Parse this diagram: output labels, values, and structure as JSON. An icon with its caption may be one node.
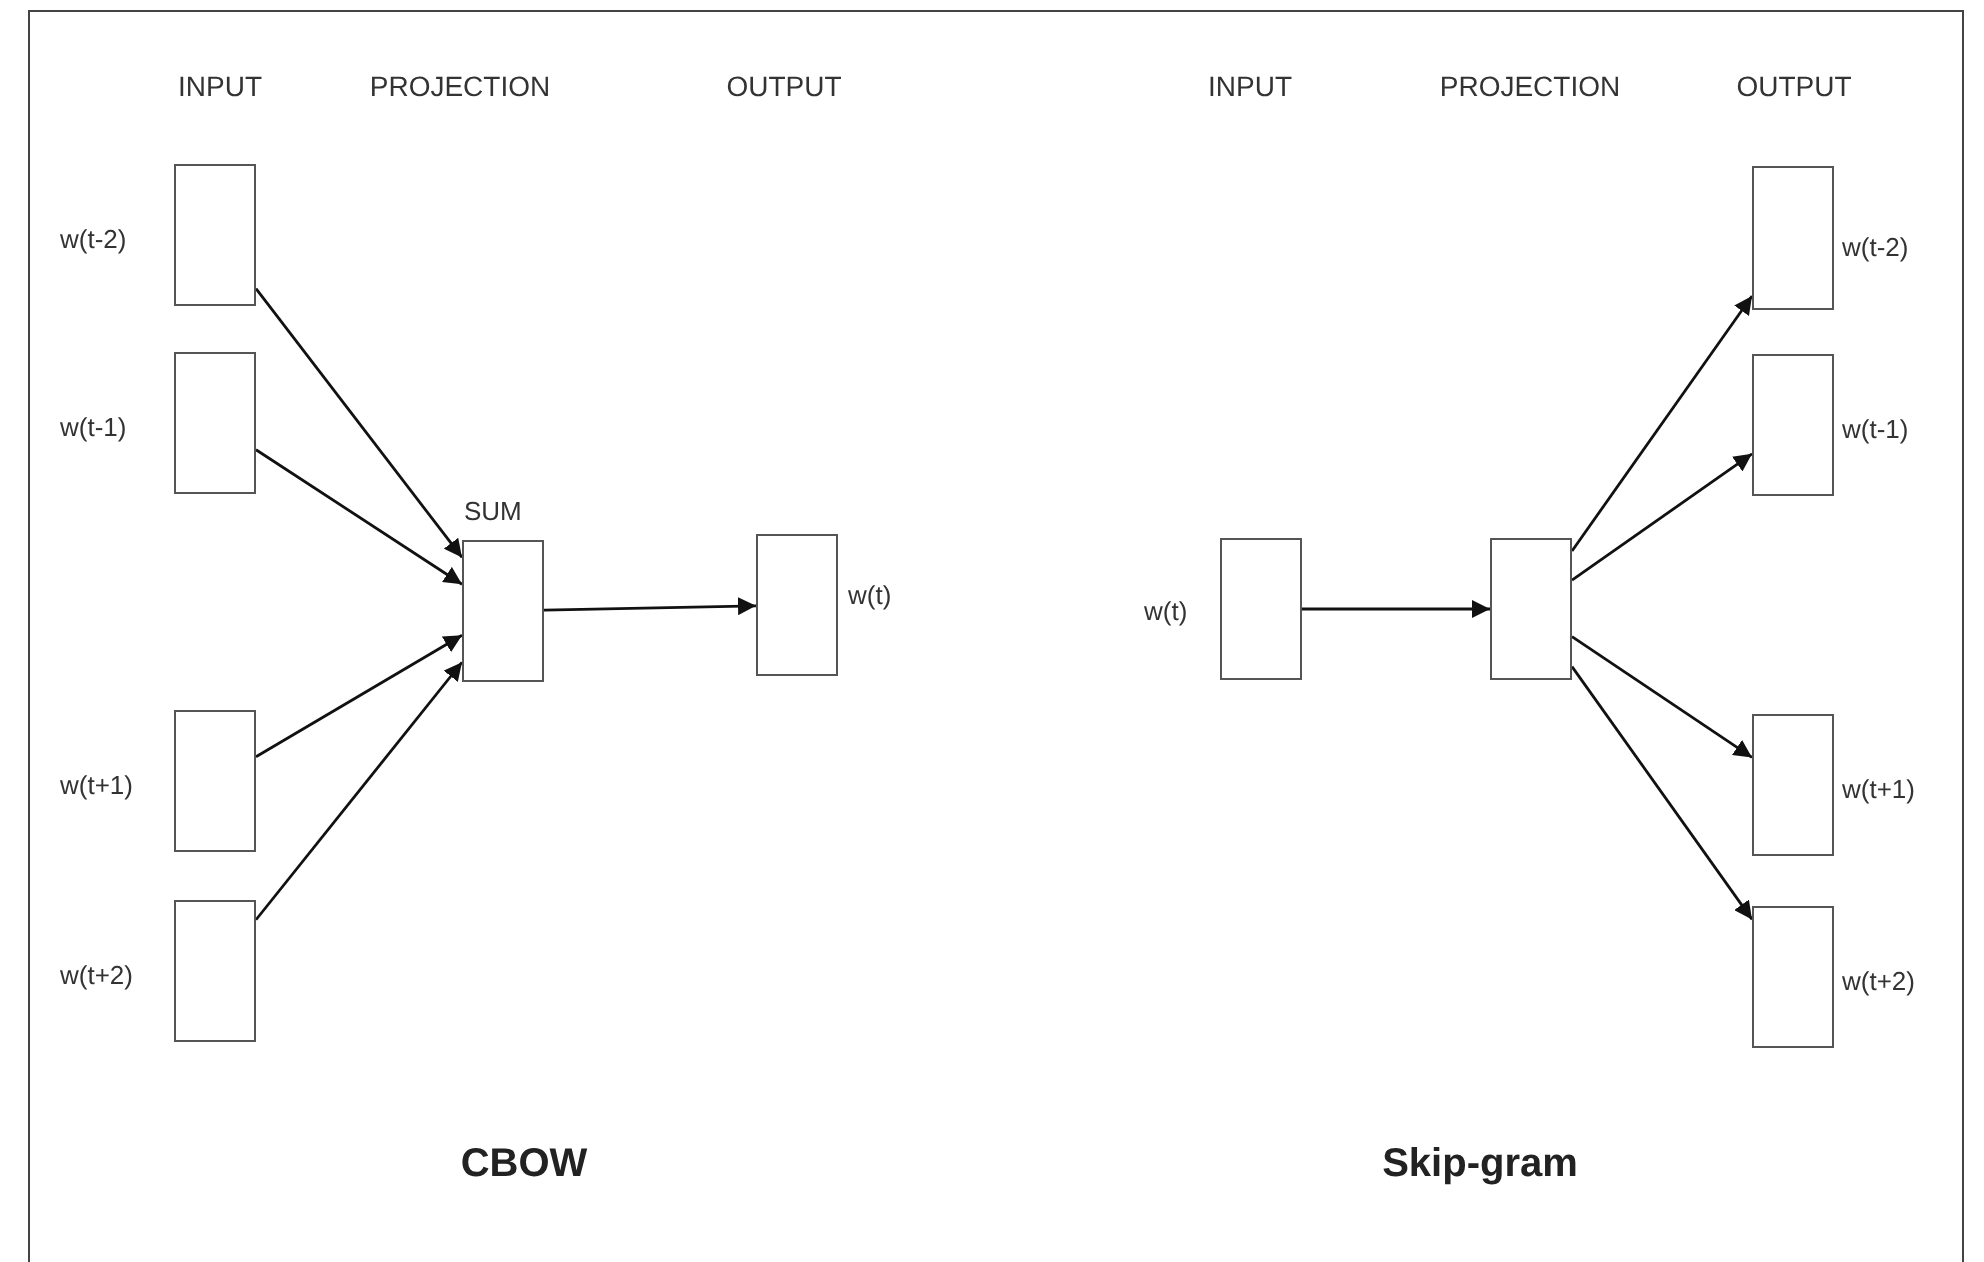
{
  "diagram": {
    "nodes": [
      {
        "text": [],
        "shape": "box",
        "beside": [
          "w(t-2)"
        ]
      },
      {
        "text": [],
        "shape": "box",
        "beside": [
          "w(t-1)"
        ]
      },
      {
        "text": [],
        "shape": "box",
        "beside": [
          "w(t+1)"
        ]
      },
      {
        "text": [],
        "shape": "box",
        "beside": [
          "w(t+2)"
        ]
      },
      {
        "text": [],
        "shape": "box",
        "beside": [
          "SUM"
        ]
      },
      {
        "text": [],
        "shape": "box",
        "beside": [
          "w(t)"
        ]
      },
      {
        "text": [],
        "shape": "box",
        "beside": [
          "w(t)"
        ]
      },
      {
        "text": [],
        "shape": "box"
      },
      {
        "text": [],
        "shape": "box",
        "beside": [
          "w(t-2)"
        ]
      },
      {
        "text": [],
        "shape": "box",
        "beside": [
          "w(t-1)"
        ]
      },
      {
        "text": [],
        "shape": "box",
        "beside": [
          "w(t+1)"
        ]
      },
      {
        "text": [],
        "shape": "box",
        "beside": [
          "w(t+2)"
        ]
      }
    ],
    "edges": [
      {
        "from": 0,
        "to": 4,
        "arrow": "to"
      },
      {
        "from": 1,
        "to": 4,
        "arrow": "to"
      },
      {
        "from": 2,
        "to": 4,
        "arrow": "to"
      },
      {
        "from": 3,
        "to": 4,
        "arrow": "to"
      },
      {
        "from": 4,
        "to": 5,
        "arrow": "to"
      },
      {
        "from": 6,
        "to": 7,
        "arrow": "to"
      },
      {
        "from": 7,
        "to": 8,
        "arrow": "to"
      },
      {
        "from": 7,
        "to": 9,
        "arrow": "to"
      },
      {
        "from": 7,
        "to": 10,
        "arrow": "to"
      },
      {
        "from": 7,
        "to": 11,
        "arrow": "to"
      }
    ],
    "labels": [
      "INPUT",
      "PROJECTION",
      "OUTPUT",
      "INPUT",
      "PROJECTION",
      "OUTPUT",
      "CBOW",
      "Skip-gram"
    ]
  }
}
